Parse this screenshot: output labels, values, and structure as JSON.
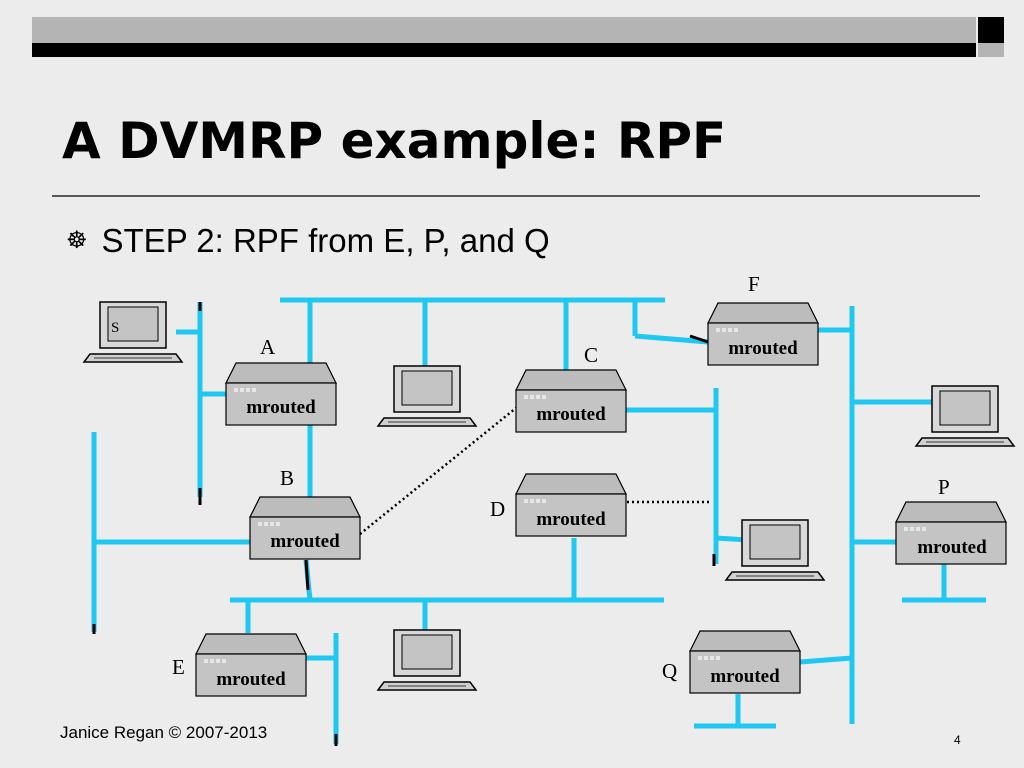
{
  "slide": {
    "title": "A DVMRP example: RPF",
    "bullet_icon": "wheel-bullet-icon",
    "bullet_text": "STEP 2: RPF from E, P, and Q",
    "footer": "Janice Regan © 2007-2013",
    "page_number": "4"
  },
  "colors": {
    "link": "#1ec8f0",
    "header_dark": "#000000",
    "header_light": "#b4b4b4",
    "background": "#ececec"
  },
  "diagram": {
    "router_label": "mrouted",
    "routers": [
      {
        "id": "A",
        "label": "A"
      },
      {
        "id": "B",
        "label": "B"
      },
      {
        "id": "C",
        "label": "C"
      },
      {
        "id": "D",
        "label": "D"
      },
      {
        "id": "E",
        "label": "E"
      },
      {
        "id": "F",
        "label": "F"
      },
      {
        "id": "P",
        "label": "P"
      },
      {
        "id": "Q",
        "label": "Q"
      }
    ],
    "source_label": "S"
  }
}
